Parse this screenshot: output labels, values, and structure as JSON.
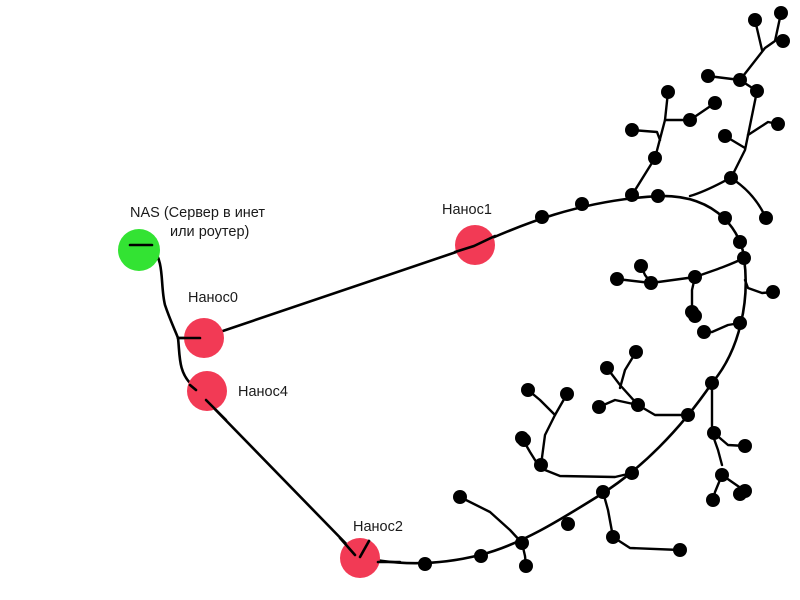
{
  "diagram": {
    "title": "",
    "colors": {
      "nas": "#33e333",
      "hub": "#f23a55",
      "client": "#000000",
      "line": "#000000"
    },
    "nodes": {
      "nas": {
        "label_line1": "NAS (Сервер в инет",
        "label_line2": "или роутер)",
        "kind": "server-or-router"
      },
      "hubs": [
        {
          "id": "nanos0",
          "label": "Нанос0"
        },
        {
          "id": "nanos1",
          "label": "Нанос1"
        },
        {
          "id": "nanos2",
          "label": "Нанос2"
        },
        {
          "id": "nanos4",
          "label": "Нанос4"
        }
      ]
    },
    "links": [
      {
        "from": "nas",
        "to": "nanos0"
      },
      {
        "from": "nas",
        "to": "nanos4"
      },
      {
        "from": "nanos0",
        "to": "nanos1"
      },
      {
        "from": "nanos4",
        "to": "nanos2"
      },
      {
        "from": "nanos1",
        "to": "client-mesh"
      },
      {
        "from": "nanos2",
        "to": "client-mesh"
      }
    ],
    "client_count": 56
  }
}
